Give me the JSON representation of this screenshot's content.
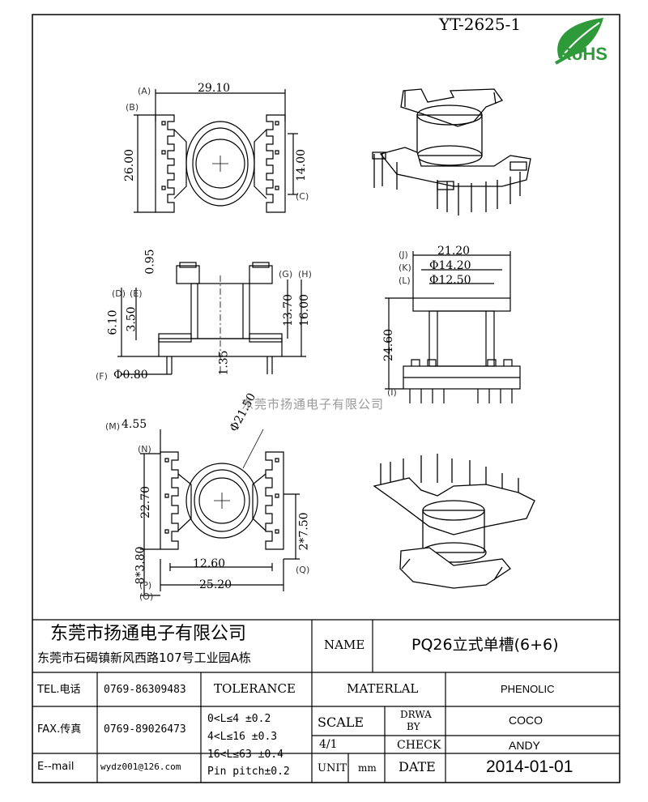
{
  "drawing_number": "YT-2625-1",
  "rohs_label": "RoHS",
  "watermark": "东莞市扬通电子有限公司",
  "top_view": {
    "ref_a": "(A)",
    "ref_b": "(B)",
    "ref_c": "(C)",
    "width": "29.10",
    "height": "26.00",
    "inner": "14.00"
  },
  "side_view": {
    "ref_d": "(D)",
    "ref_e": "(E)",
    "ref_f": "(F)",
    "ref_g": "(G)",
    "ref_h": "(H)",
    "flange": "0.95",
    "d1": "6.10",
    "d2": "3.50",
    "center": "1.35",
    "h1": "13.70",
    "h2": "16.00",
    "pin_dia": "Φ0.80"
  },
  "front_view": {
    "ref_j": "(J)",
    "ref_k": "(K)",
    "ref_l": "(L)",
    "ref_i": "(I)",
    "width": "21.20",
    "outer_dia": "Φ14.20",
    "inner_dia": "Φ12.50",
    "height": "24.60"
  },
  "bottom_view": {
    "ref_m": "(M)",
    "ref_n": "(N)",
    "ref_o": "(O)",
    "ref_p": "(P)",
    "ref_q": "(Q)",
    "m_val": "4.55",
    "dia": "Φ21.50",
    "height": "22.70",
    "pitch": "2*7.50",
    "pin_pitch": "8*3.80",
    "inner_w": "12.60",
    "outer_w": "25.20"
  },
  "title_block": {
    "company_name": "东莞市扬通电子有限公司",
    "company_address": "东莞市石碣镇新风西路107号工业园A栋",
    "name_label": "NAME",
    "part_name": "PQ26立式单槽(6+6)",
    "tel_label": "TEL.电话",
    "tel": "0769-86309483",
    "fax_label": "FAX.传真",
    "fax": "0769-89026473",
    "email_label": "E--mail",
    "email": "wydz001@126.com",
    "tolerance_label": "TOLERANCE",
    "tol_1": "0<L≤4   ±0.2",
    "tol_2": "4<L≤16  ±0.3",
    "tol_3": "16<L≤63 ±0.4",
    "tol_4": "Pin pitch±0.2",
    "material_label": "MATERLAL",
    "material": "PHENOLIC",
    "scale_label": "SCALE",
    "scale": "4/1",
    "drwa_label_1": "DRWA",
    "drwa_label_2": "BY",
    "drawn_by": "COCO",
    "check_label": "CHECK",
    "checked_by": "ANDY",
    "unit_label": "UNIT",
    "unit": "mm",
    "date_label": "DATE",
    "date": "2014-01-01"
  }
}
